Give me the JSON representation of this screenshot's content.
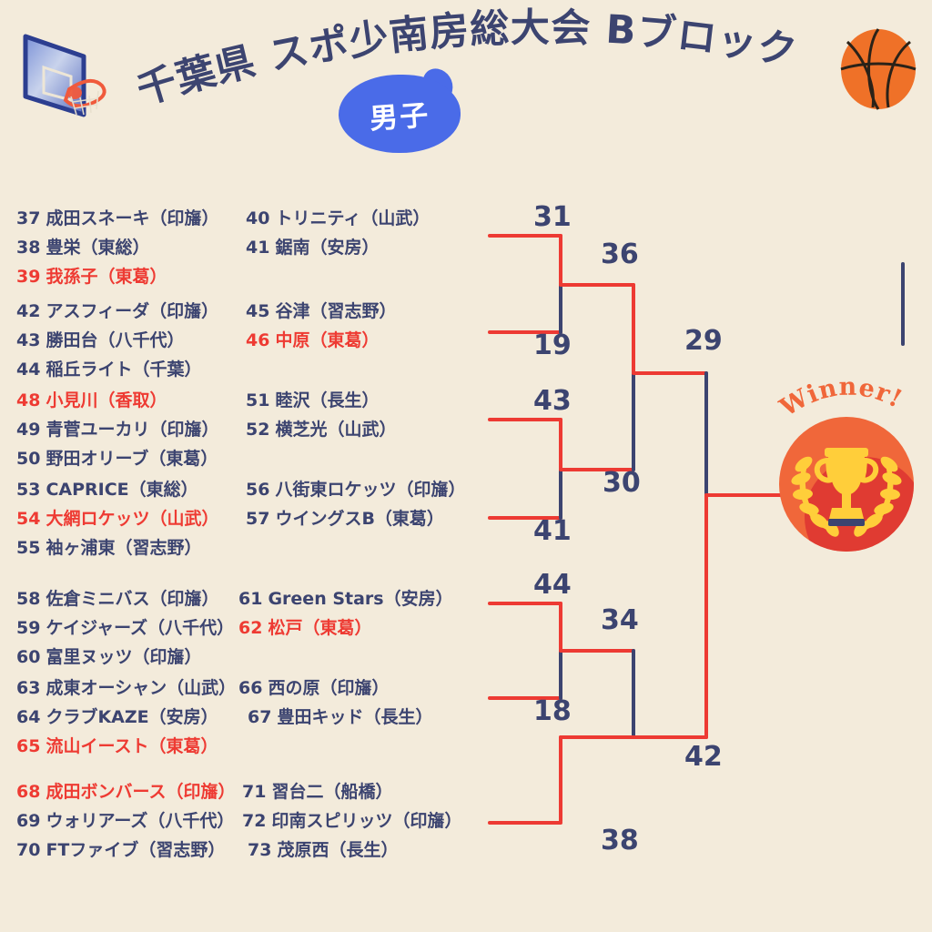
{
  "header": {
    "title": "千葉県 スポ少南房総大会 Bブロック",
    "category_badge": "男子",
    "hoop_icon": "basketball-hoop-icon",
    "ball_icon": "basketball-icon"
  },
  "winner": {
    "label": "Winner!",
    "trophy_icon": "trophy-icon",
    "laurel_icon": "laurel-wreath-icon"
  },
  "colors": {
    "background": "#F3EBDB",
    "navy": "#3C4470",
    "red": "#ED3A33",
    "blue": "#4A6BE8",
    "orange": "#F0673A",
    "orange_dark": "#E03B32",
    "gold": "#FFCE3A"
  },
  "groups": [
    {
      "id": "group-37-39",
      "teams": [
        {
          "num": "37",
          "name": "成田スネーキ（印旛）",
          "highlight": false
        },
        {
          "num": "38",
          "name": "豊栄（東総）",
          "highlight": false
        },
        {
          "num": "39",
          "name": "我孫子（東葛）",
          "highlight": true
        }
      ]
    },
    {
      "id": "group-40-41",
      "teams": [
        {
          "num": "40",
          "name": "トリニティ（山武）",
          "highlight": false
        },
        {
          "num": "41",
          "name": "鋸南（安房）",
          "highlight": false
        }
      ]
    },
    {
      "id": "group-42-44",
      "teams": [
        {
          "num": "42",
          "name": "アスフィーダ（印旛）",
          "highlight": false
        },
        {
          "num": "43",
          "name": "勝田台（八千代）",
          "highlight": false
        },
        {
          "num": "44",
          "name": "稲丘ライト（千葉）",
          "highlight": false
        }
      ]
    },
    {
      "id": "group-45-46",
      "teams": [
        {
          "num": "45",
          "name": "谷津（習志野）",
          "highlight": false
        },
        {
          "num": "46",
          "name": "中原（東葛）",
          "highlight": true
        }
      ]
    },
    {
      "id": "group-48-50",
      "teams": [
        {
          "num": "48",
          "name": "小見川（香取）",
          "highlight": true
        },
        {
          "num": "49",
          "name": "青菅ユーカリ（印旛）",
          "highlight": false
        },
        {
          "num": "50",
          "name": "野田オリーブ（東葛）",
          "highlight": false
        }
      ]
    },
    {
      "id": "group-51-52",
      "teams": [
        {
          "num": "51",
          "name": "睦沢（長生）",
          "highlight": false
        },
        {
          "num": "52",
          "name": "横芝光（山武）",
          "highlight": false
        }
      ]
    },
    {
      "id": "group-53-55",
      "teams": [
        {
          "num": "53",
          "name": "CAPRICE（東総）",
          "highlight": false
        },
        {
          "num": "54",
          "name": "大網ロケッツ（山武）",
          "highlight": true
        },
        {
          "num": "55",
          "name": "袖ヶ浦東（習志野）",
          "highlight": false
        }
      ]
    },
    {
      "id": "group-56-57",
      "teams": [
        {
          "num": "56",
          "name": "八街東ロケッツ（印旛）",
          "highlight": false
        },
        {
          "num": "57",
          "name": "ウイングスB（東葛）",
          "highlight": false
        }
      ]
    },
    {
      "id": "group-58-60",
      "teams": [
        {
          "num": "58",
          "name": "佐倉ミニバス（印旛）",
          "highlight": false
        },
        {
          "num": "59",
          "name": "ケイジャーズ（八千代）",
          "highlight": false
        },
        {
          "num": "60",
          "name": "富里ヌッツ（印旛）",
          "highlight": false
        }
      ]
    },
    {
      "id": "group-61-62",
      "teams": [
        {
          "num": "61",
          "name": "Green Stars（安房）",
          "highlight": false
        },
        {
          "num": "62",
          "name": "松戸（東葛）",
          "highlight": true
        }
      ]
    },
    {
      "id": "group-63-65",
      "teams": [
        {
          "num": "63",
          "name": "成東オーシャン（山武）",
          "highlight": false
        },
        {
          "num": "64",
          "name": "クラブKAZE（安房）",
          "highlight": false
        },
        {
          "num": "65",
          "name": "流山イースト（東葛）",
          "highlight": true
        }
      ]
    },
    {
      "id": "group-66-67",
      "teams": [
        {
          "num": "66",
          "name": "西の原（印旛）",
          "highlight": false
        },
        {
          "num": "67",
          "name": "豊田キッド（長生）",
          "highlight": false
        }
      ]
    },
    {
      "id": "group-68-70",
      "teams": [
        {
          "num": "68",
          "name": "成田ボンバース（印旛）",
          "highlight": true
        },
        {
          "num": "69",
          "name": "ウォリアーズ（八千代）",
          "highlight": false
        },
        {
          "num": "70",
          "name": "FTファイブ（習志野）",
          "highlight": false
        }
      ]
    },
    {
      "id": "group-71-73",
      "teams": [
        {
          "num": "71",
          "name": "習台二（船橋）",
          "highlight": false
        },
        {
          "num": "72",
          "name": "印南スピリッツ（印旛）",
          "highlight": false
        },
        {
          "num": "73",
          "name": "茂原西（長生）",
          "highlight": false
        }
      ]
    }
  ],
  "bracket_scores": {
    "qf1_top": "31",
    "qf1_bottom": "19",
    "sf1": "36",
    "qf2_top": "43",
    "qf2_bottom": "41",
    "sf2": "30",
    "final_top": "29",
    "qf3_top": "44",
    "qf3_bottom": "18",
    "sf3": "34",
    "qf4_bottom": "38",
    "final_bottom": "42"
  },
  "chart_data": {
    "type": "table",
    "title": "千葉県 スポ少南房総大会 Bブロック 男子",
    "rounds": [
      {
        "name": "quarterfinal",
        "matches": [
          {
            "top": "31",
            "bottom": "19",
            "winner": "top",
            "advances_to": "36"
          },
          {
            "top": "43",
            "bottom": "41",
            "winner": "top",
            "advances_to": "30"
          },
          {
            "top": "44",
            "bottom": "18",
            "winner": "top",
            "advances_to": "34"
          },
          {
            "top": "38",
            "bottom": "",
            "winner": "top",
            "advances_to": "42"
          }
        ]
      },
      {
        "name": "semifinal",
        "matches": [
          {
            "top": "36",
            "bottom": "30",
            "winner": "top",
            "advances_to": "29"
          },
          {
            "top": "34",
            "bottom": "38",
            "winner": "bottom",
            "advances_to": "42"
          }
        ]
      },
      {
        "name": "final",
        "matches": [
          {
            "top": "29",
            "bottom": "42",
            "winner": "bottom",
            "advances_to": "Winner!"
          }
        ]
      }
    ]
  }
}
